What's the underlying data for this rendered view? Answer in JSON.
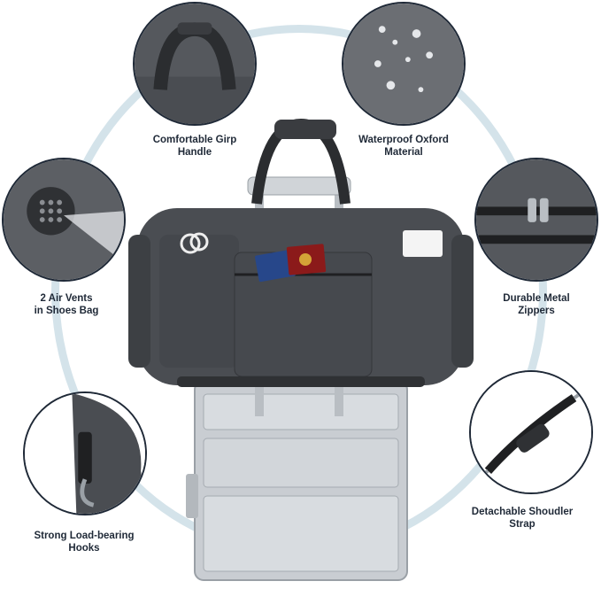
{
  "features": [
    {
      "id": "handle",
      "label": "Comfortable Girp\nHandle",
      "icon": "handle-icon"
    },
    {
      "id": "material",
      "label": "Waterproof Oxford\nMaterial",
      "icon": "water-drops-icon"
    },
    {
      "id": "vents",
      "label": "2 Air Vents\nin Shoes Bag",
      "icon": "air-vent-icon"
    },
    {
      "id": "zippers",
      "label": "Durable Metal\nZippers",
      "icon": "zipper-icon"
    },
    {
      "id": "hooks",
      "label": "Strong Load-bearing\nHooks",
      "icon": "hook-icon"
    },
    {
      "id": "strap",
      "label": "Detachable Shoudler\nStrap",
      "icon": "strap-icon"
    }
  ],
  "colors": {
    "ring": "#d4e3ea",
    "fabric": "#4a4d52",
    "fabric_dark": "#34363a",
    "outline": "#1f2937",
    "luggage": "#c9cdd2"
  }
}
